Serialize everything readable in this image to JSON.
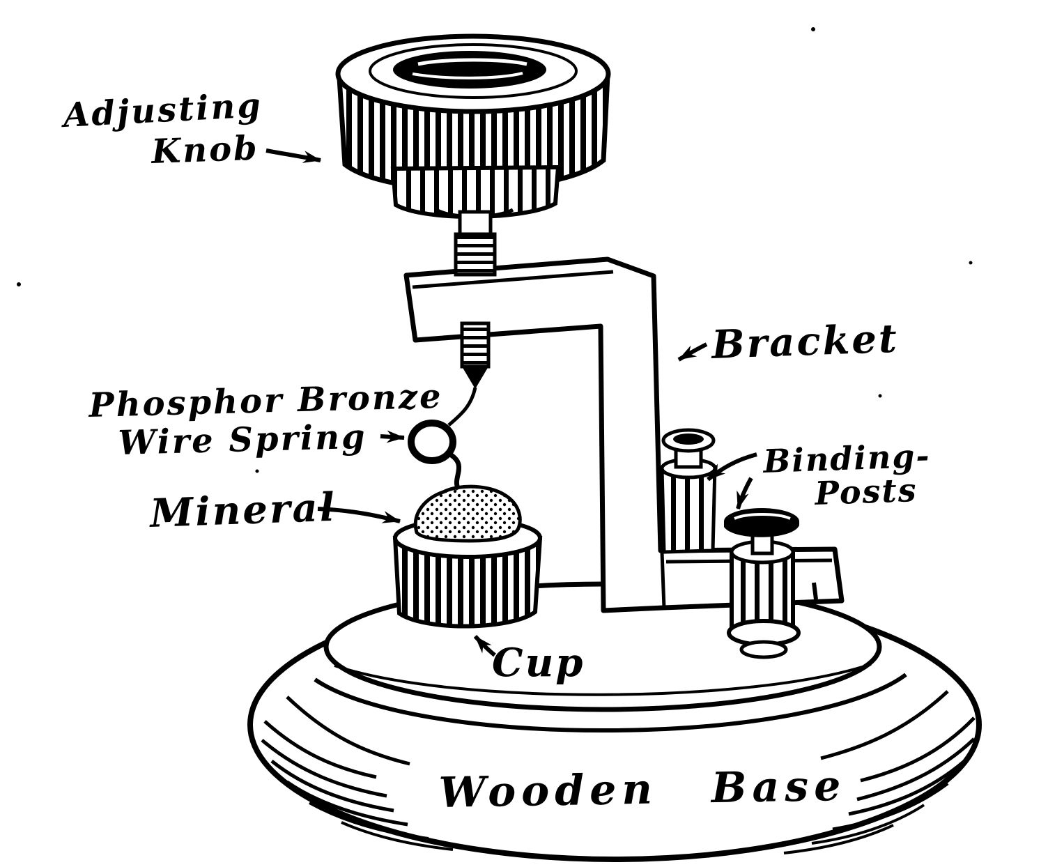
{
  "colors": {
    "ink": "#000000",
    "paper": "#ffffff"
  },
  "figure": {
    "labels": {
      "adjusting_knob": {
        "line1": "Adjusting",
        "line2": "Knob"
      },
      "bracket": "Bracket",
      "phosphor_spring": {
        "line1": "Phosphor Bronze",
        "line2": "Wire Spring"
      },
      "binding_posts": {
        "line1": "Binding-",
        "line2": "Posts"
      },
      "mineral": "Mineral",
      "cup": "Cup",
      "wooden_base": "Wooden Base"
    }
  }
}
